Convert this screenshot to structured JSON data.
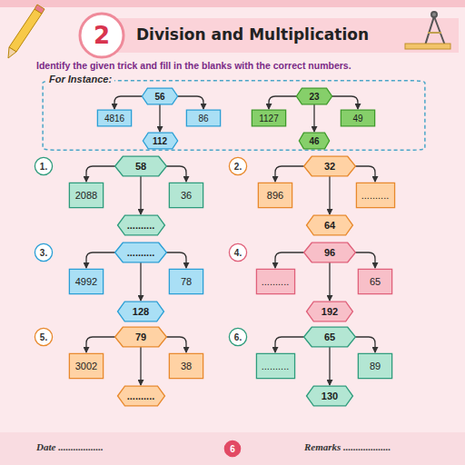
{
  "diagram": {
    "title": "Division and Multiplication",
    "nodes": [
      {
        "text": [
          "2"
        ]
      },
      {
        "text": [
          "For Instance:"
        ]
      },
      {
        "text": [
          "56"
        ],
        "in": 1
      },
      {
        "text": [
          "4816"
        ],
        "in": 1
      },
      {
        "text": [
          "86"
        ],
        "in": 1
      },
      {
        "text": [
          "112"
        ],
        "in": 1
      },
      {
        "text": [
          "23"
        ],
        "in": 1
      },
      {
        "text": [
          "1127"
        ],
        "in": 1
      },
      {
        "text": [
          "49"
        ],
        "in": 1
      },
      {
        "text": [
          "46"
        ],
        "in": 1
      },
      {
        "text": [
          "1."
        ]
      },
      {
        "text": [
          "58"
        ]
      },
      {
        "text": [
          "2088"
        ]
      },
      {
        "text": [
          "36"
        ]
      },
      {
        "text": [
          ".........."
        ]
      },
      {
        "text": [
          "2."
        ]
      },
      {
        "text": [
          "32"
        ]
      },
      {
        "text": [
          "896"
        ]
      },
      {
        "text": [
          ".........."
        ]
      },
      {
        "text": [
          "64"
        ]
      },
      {
        "text": [
          "3."
        ]
      },
      {
        "text": [
          ".........."
        ]
      },
      {
        "text": [
          "4992"
        ]
      },
      {
        "text": [
          "78"
        ]
      },
      {
        "text": [
          "128"
        ]
      },
      {
        "text": [
          "4."
        ]
      },
      {
        "text": [
          "96"
        ]
      },
      {
        "text": [
          ".........."
        ]
      },
      {
        "text": [
          "65"
        ]
      },
      {
        "text": [
          "192"
        ]
      },
      {
        "text": [
          "5."
        ]
      },
      {
        "text": [
          "79"
        ]
      },
      {
        "text": [
          "3002"
        ]
      },
      {
        "text": [
          "38"
        ]
      },
      {
        "text": [
          ".........."
        ]
      },
      {
        "text": [
          "6."
        ]
      },
      {
        "text": [
          "65"
        ]
      },
      {
        "text": [
          ".........."
        ]
      },
      {
        "text": [
          "89"
        ]
      },
      {
        "text": [
          "130"
        ]
      },
      {
        "text": [
          "6"
        ]
      }
    ],
    "edges": [
      {
        "from": 2,
        "to": 3,
        "arrow": "to"
      },
      {
        "from": 2,
        "to": 4,
        "arrow": "to"
      },
      {
        "from": 2,
        "to": 5,
        "arrow": "to"
      },
      {
        "from": 6,
        "to": 7,
        "arrow": "to"
      },
      {
        "from": 6,
        "to": 8,
        "arrow": "to"
      },
      {
        "from": 6,
        "to": 9,
        "arrow": "to"
      },
      {
        "from": 11,
        "to": 12,
        "arrow": "to"
      },
      {
        "from": 11,
        "to": 13,
        "arrow": "to"
      },
      {
        "from": 11,
        "to": 14,
        "arrow": "to"
      },
      {
        "from": 16,
        "to": 17,
        "arrow": "to"
      },
      {
        "from": 16,
        "to": 18,
        "arrow": "to"
      },
      {
        "from": 16,
        "to": 19,
        "arrow": "to"
      },
      {
        "from": 21,
        "to": 22,
        "arrow": "to"
      },
      {
        "from": 21,
        "to": 23,
        "arrow": "to"
      },
      {
        "from": 21,
        "to": 24,
        "arrow": "to"
      },
      {
        "from": 26,
        "to": 27,
        "arrow": "to"
      },
      {
        "from": 26,
        "to": 28,
        "arrow": "to"
      },
      {
        "from": 26,
        "to": 29,
        "arrow": "to"
      },
      {
        "from": 31,
        "to": 32,
        "arrow": "to"
      },
      {
        "from": 31,
        "to": 33,
        "arrow": "to"
      },
      {
        "from": 31,
        "to": 34,
        "arrow": "to"
      },
      {
        "from": 36,
        "to": 37,
        "arrow": "to"
      },
      {
        "from": 36,
        "to": 38,
        "arrow": "to"
      },
      {
        "from": 36,
        "to": 39,
        "arrow": "to"
      }
    ],
    "labels": [
      "Identify the given trick and fill in the blanks with the correct numbers.",
      "Date ..................",
      "Remarks ..................."
    ]
  }
}
